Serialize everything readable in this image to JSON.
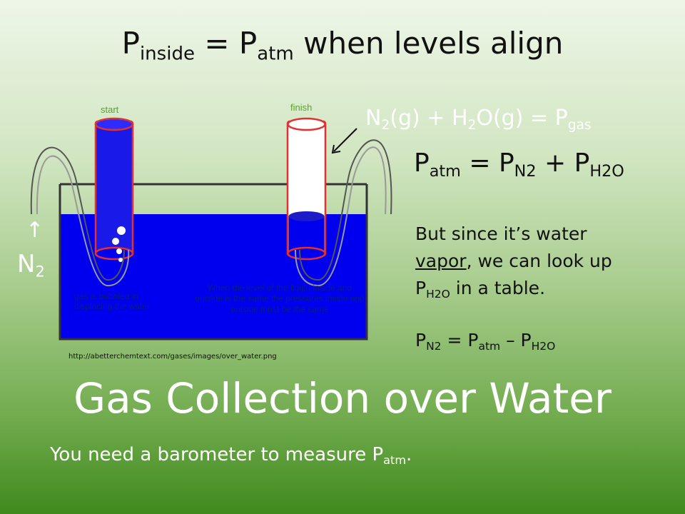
{
  "title": {
    "p": "P",
    "sub_inside": "inside",
    "eq": " =  P",
    "sub_atm": "atm",
    "tail": " when levels align"
  },
  "reaction": {
    "a": "N",
    "s1": "2",
    "b": "(g) + H",
    "s2": "2",
    "c": "O(g) = P",
    "s3": "gas"
  },
  "patm_eq": {
    "a": "P",
    "s1": "atm",
    "b": " = P",
    "s2": "N2",
    "c": " + P",
    "s3": "H2O"
  },
  "explain": {
    "line1": "But since it’s water",
    "vapor": "vapor",
    "line2_rest": ", we can look up",
    "p": "P",
    "sub": "H2O",
    "line3_rest": " in a table."
  },
  "pn2_eq": {
    "a": "P",
    "s1": "N2",
    "b": " = P",
    "s2": "atm",
    "c": " – P",
    "s3": "H2O"
  },
  "diagram": {
    "label_start": "start",
    "label_finish": "finish",
    "caption_left": "gas is bubbled in displacing the water",
    "caption_right": "When the level of the liquid inside and outside is the same the pressures inside and outside must be the same",
    "n2_label": "N",
    "n2_sub": "2",
    "n2_arrow": "↑",
    "colors": {
      "water": "#0000ee",
      "tube_outline": "#e53030",
      "tank_outline": "#333333"
    }
  },
  "source": "http://abetterchemtext.com/gases/images/over_water.png",
  "big_title": "Gas Collection over Water",
  "note": {
    "a": "You need a barometer to measure P",
    "sub": "atm",
    "b": "."
  }
}
